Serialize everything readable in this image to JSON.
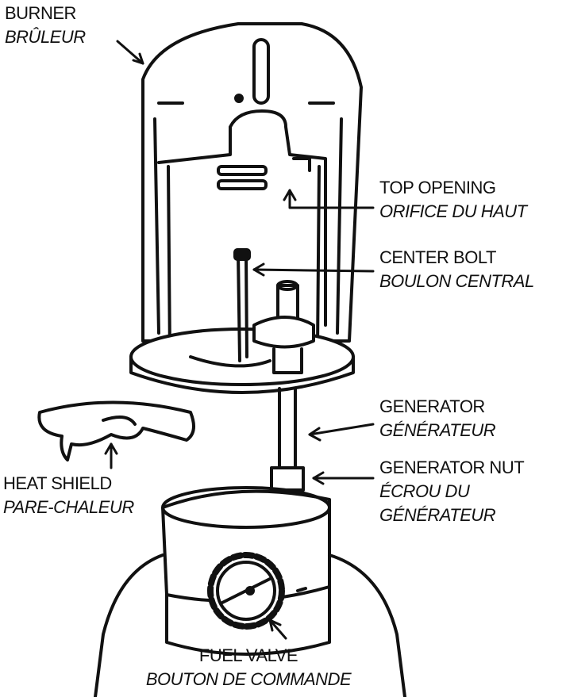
{
  "labels": {
    "burner": {
      "en": "BURNER",
      "fr": "BRÛLEUR"
    },
    "top_opening": {
      "en": "TOP OPENING",
      "fr": "ORIFICE DU HAUT"
    },
    "center_bolt": {
      "en": "CENTER BOLT",
      "fr": "BOULON CENTRAL"
    },
    "generator": {
      "en": "GENERATOR",
      "fr": "GÉNÉRATEUR"
    },
    "generator_nut": {
      "en": "GENERATOR NUT",
      "fr1": "ÉCROU DU",
      "fr2": "GÉNÉRATEUR"
    },
    "heat_shield": {
      "en": "HEAT SHIELD",
      "fr": "PARE-CHALEUR"
    },
    "fuel_valve": {
      "en": "FUEL VALVE",
      "fr": "BOUTON DE COMMANDE"
    }
  },
  "colors": {
    "ink": "#111111",
    "paper": "#ffffff"
  }
}
